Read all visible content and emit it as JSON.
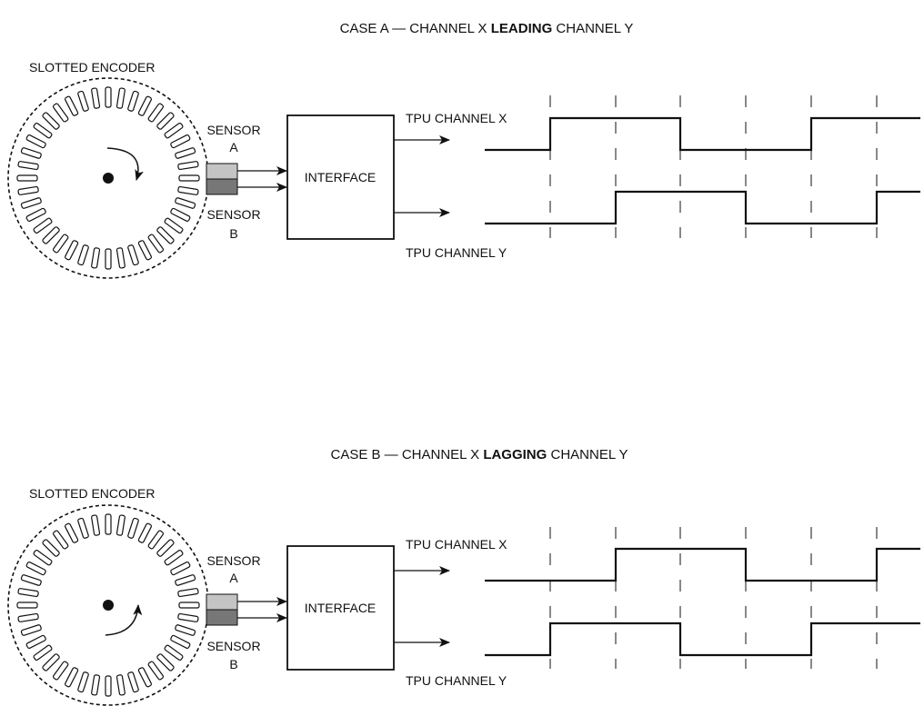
{
  "case_a": {
    "title_prefix": "CASE A — CHANNEL X",
    "title_emph": "LEADING",
    "title_suffix": "CHANNEL Y",
    "encoder_label": "SLOTTED ENCODER",
    "sensor_a": [
      "SENSOR",
      "A"
    ],
    "sensor_b": [
      "SENSOR",
      "B"
    ],
    "interface_label": "INTERFACE",
    "channel_x_label": "TPU CHANNEL X",
    "channel_y_label": "TPU CHANNEL Y",
    "rotation": "clockwise",
    "waveform_x": [
      0,
      1,
      1,
      0,
      0,
      1,
      1
    ],
    "waveform_y": [
      0,
      0,
      1,
      1,
      0,
      0,
      1
    ]
  },
  "case_b": {
    "title_prefix": "CASE B — CHANNEL X",
    "title_emph": "LAGGING",
    "title_suffix": "CHANNEL Y",
    "encoder_label": "SLOTTED ENCODER",
    "sensor_a": [
      "SENSOR",
      "A"
    ],
    "sensor_b": [
      "SENSOR",
      "B"
    ],
    "interface_label": "INTERFACE",
    "channel_x_label": "TPU CHANNEL X",
    "channel_y_label": "TPU CHANNEL Y",
    "rotation": "counter-clockwise",
    "waveform_x": [
      0,
      0,
      1,
      1,
      0,
      0,
      1
    ],
    "waveform_y": [
      0,
      1,
      1,
      0,
      0,
      1,
      1
    ]
  },
  "colors": {
    "ink": "#111111",
    "sensor_a_fill": "#c4c4c4",
    "sensor_b_fill": "#777777"
  }
}
